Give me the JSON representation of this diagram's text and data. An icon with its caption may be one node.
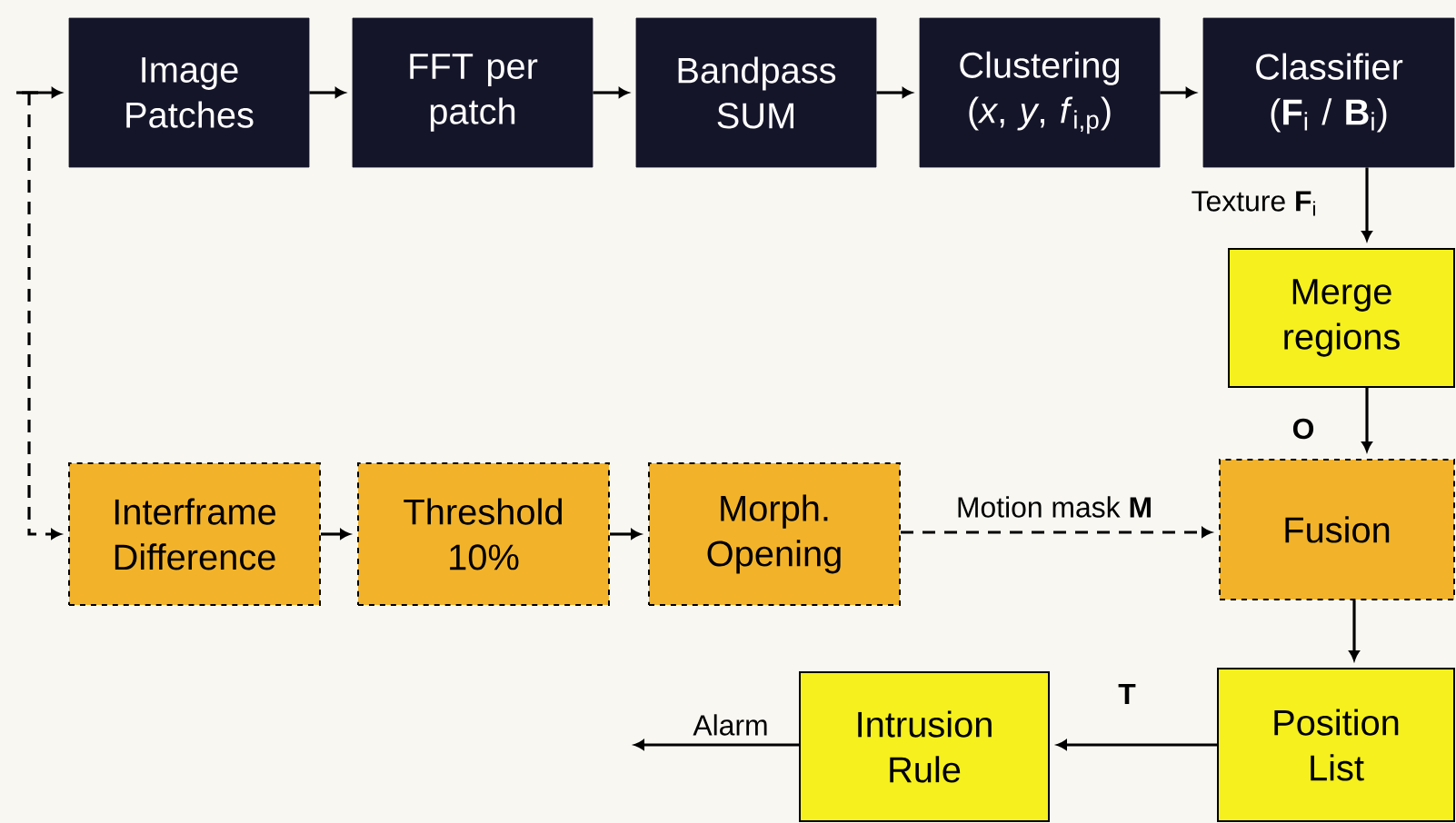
{
  "diagram": {
    "nodes": [
      {
        "text": [
          "Image Patches"
        ]
      },
      {
        "text": [
          "FFT per patch"
        ]
      },
      {
        "text": [
          "Bandpass SUM"
        ]
      },
      {
        "text": [
          "Clustering",
          "(*x*, *y*, *f*$_{i,p}$)"
        ]
      },
      {
        "text": [
          "Classifier",
          "(**F**$_{i}$ / **B**$_{i}$)"
        ]
      },
      {
        "text": [
          "Merge regions"
        ]
      },
      {
        "text": [
          "Interframe Difference"
        ]
      },
      {
        "text": [
          "Threshold 10%"
        ]
      },
      {
        "text": [
          "Morph. Opening"
        ]
      },
      {
        "text": [
          "Fusion"
        ]
      },
      {
        "text": [
          "Position List"
        ]
      },
      {
        "text": [
          "Intrusion Rule"
        ]
      }
    ],
    "edges": [
      {
        "from": null,
        "to": 0,
        "arrow": "to"
      },
      {
        "from": 0,
        "to": 1,
        "arrow": "to"
      },
      {
        "from": 1,
        "to": 2,
        "arrow": "to"
      },
      {
        "from": 2,
        "to": 3,
        "arrow": "to"
      },
      {
        "from": 3,
        "to": 4,
        "arrow": "to"
      },
      {
        "from": 4,
        "to": 5,
        "arrow": "to",
        "label": "Texture **F**$_{i}$"
      },
      {
        "from": 5,
        "to": 9,
        "arrow": "to",
        "label": "**O**"
      },
      {
        "from": null,
        "to": 6,
        "arrow": "to",
        "style": "dashed"
      },
      {
        "from": 6,
        "to": 7,
        "arrow": "to"
      },
      {
        "from": 7,
        "to": 8,
        "arrow": "to"
      },
      {
        "from": 8,
        "to": 9,
        "arrow": "to",
        "style": "dashed",
        "label": "Motion mask **M**"
      },
      {
        "from": 9,
        "to": 10,
        "arrow": "to"
      },
      {
        "from": 10,
        "to": 11,
        "arrow": "to",
        "label": "**T**"
      },
      {
        "from": 11,
        "to": null,
        "arrow": "to",
        "label": "Alarm"
      }
    ]
  }
}
